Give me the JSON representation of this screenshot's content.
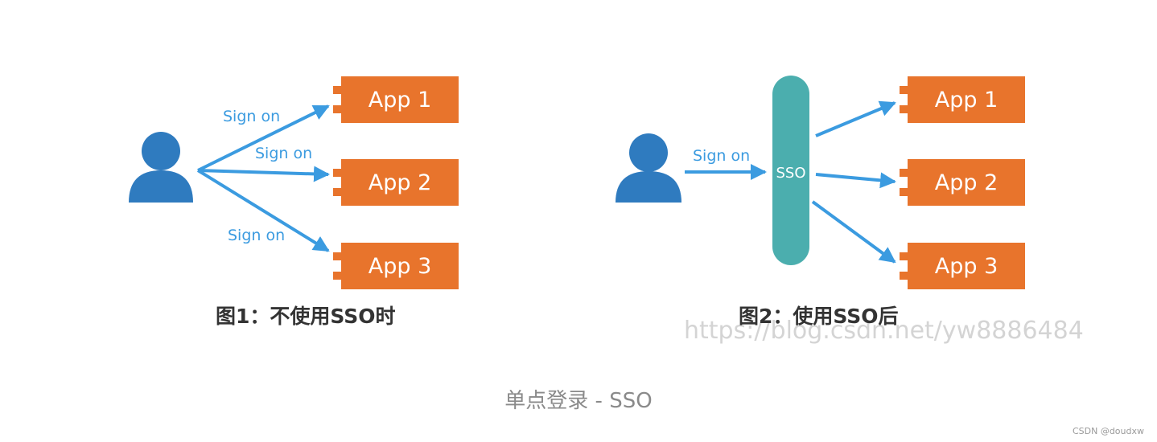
{
  "fig1": {
    "caption": "图1：不使用SSO时",
    "sign_on_labels": [
      "Sign on",
      "Sign on",
      "Sign on"
    ],
    "apps": [
      "App 1",
      "App 2",
      "App 3"
    ]
  },
  "fig2": {
    "caption": "图2：使用SSO后",
    "sign_on_label": "Sign on",
    "sso_label": "SSO",
    "apps": [
      "App 1",
      "App 2",
      "App 3"
    ],
    "watermark": "https://blog.csdn.net/yw8886484"
  },
  "main_caption": "单点登录 - SSO",
  "credit": "CSDN @doudxw",
  "colors": {
    "app_box": "#e8742c",
    "user_icon": "#2f7bbf",
    "arrow": "#3b9be0",
    "sso_bar": "#4baeae"
  }
}
